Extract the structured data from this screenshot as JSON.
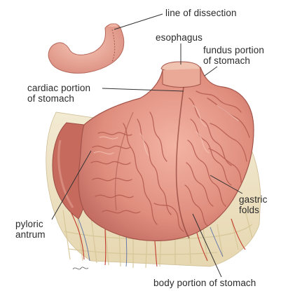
{
  "labels": {
    "line_of_dissection": "line of dissection",
    "esophagus": "esophagus",
    "fundus_line1": "fundus portion",
    "fundus_line2": "of stomach",
    "cardiac_line1": "cardiac portion",
    "cardiac_line2": "of stomach",
    "gastric_line1": "gastric",
    "gastric_line2": "folds",
    "pyloric_line1": "pyloric",
    "pyloric_line2": "antrum",
    "body_portion": "body portion of stomach"
  },
  "colors": {
    "label_text": "#2a2a2a",
    "leader_line": "#333333",
    "stomach_flesh": "#e79a8c",
    "stomach_dark": "#b55a52",
    "fold_color": "#c97060",
    "mesentery": "#efe3c4",
    "vessel": "#c23a2c"
  }
}
